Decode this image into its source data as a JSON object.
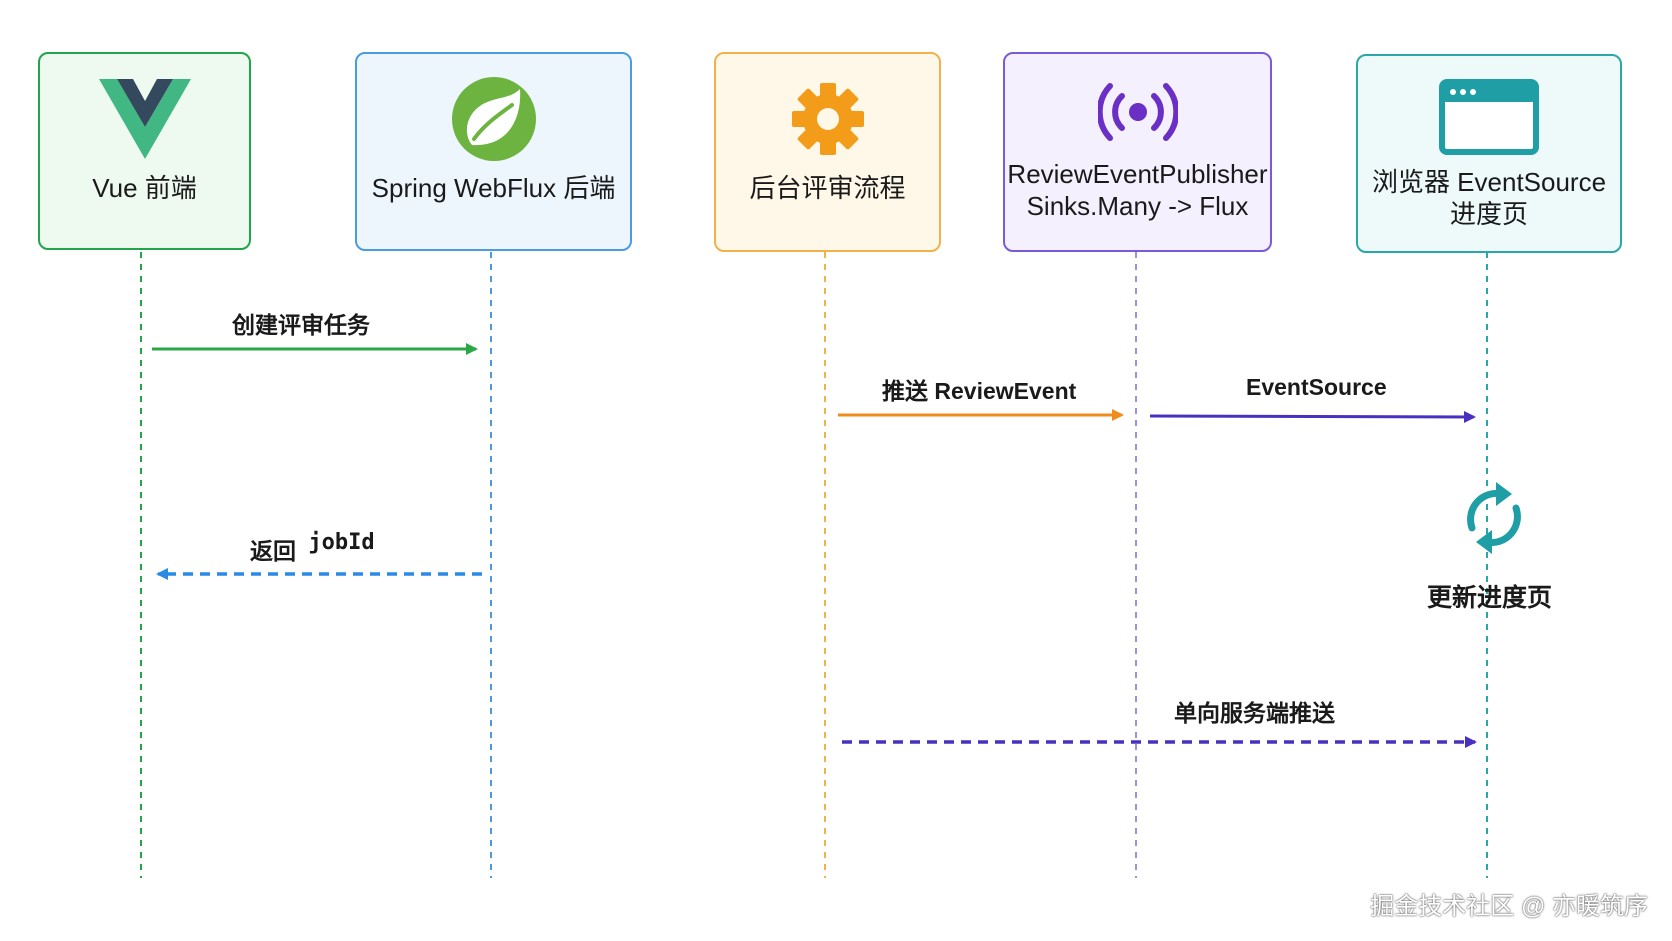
{
  "participants": [
    {
      "id": "vue",
      "label": "Vue 前端",
      "icon": "vue-logo-icon",
      "color": "#22a54a",
      "bg": "#eefaf0"
    },
    {
      "id": "spring",
      "label": "Spring WebFlux 后端",
      "icon": "spring-leaf-icon",
      "color": "#4a9be0",
      "bg": "#eef6fd"
    },
    {
      "id": "backend",
      "label": "后台评审流程",
      "icon": "gear-icon",
      "color": "#f0b24a",
      "bg": "#fff8e8"
    },
    {
      "id": "publisher",
      "label": "ReviewEventPublisher\nSinks.Many -> Flux",
      "icon": "broadcast-icon",
      "color": "#7b5ad8",
      "bg": "#f4f0fd"
    },
    {
      "id": "browser",
      "label": "浏览器 EventSource\n进度页",
      "icon": "browser-window-icon",
      "color": "#2aa7a8",
      "bg": "#eefafa"
    }
  ],
  "messages": [
    {
      "id": "create",
      "label": "创建评审任务",
      "style": "solid",
      "color": "#2aa845"
    },
    {
      "id": "return",
      "label_prefix": "返回",
      "label_code": "jobId",
      "style": "dashed",
      "color": "#2a8ae6"
    },
    {
      "id": "push",
      "label": "推送 ReviewEvent",
      "style": "solid",
      "color": "#f08c1a"
    },
    {
      "id": "eventsource",
      "label": "EventSource",
      "style": "solid",
      "color": "#4a30c0"
    },
    {
      "id": "oneway",
      "label": "单向服务端推送",
      "style": "dashed",
      "color": "#4a30c0"
    }
  ],
  "refresh": {
    "label": "更新进度页",
    "icon": "refresh-icon",
    "color": "#1f9ea5"
  },
  "watermark": "掘金技术社区 @ 亦暖筑序"
}
